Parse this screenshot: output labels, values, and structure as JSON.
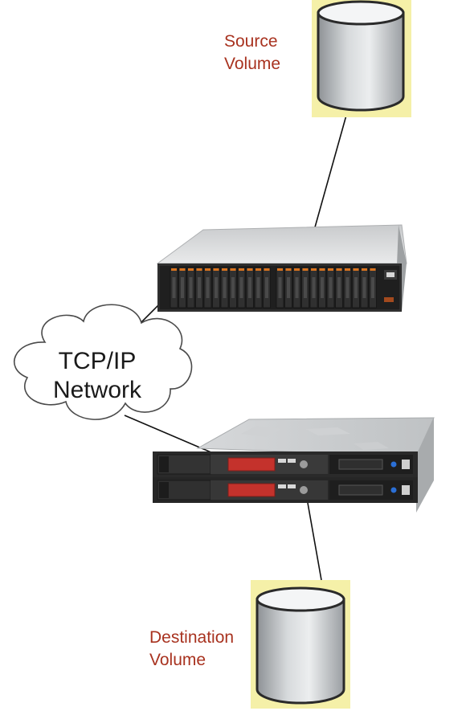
{
  "source_volume": {
    "label_line1": "Source",
    "label_line2": "Volume"
  },
  "network": {
    "label_line1": "TCP/IP",
    "label_line2": "Network"
  },
  "destination_volume": {
    "label_line1": "Destination",
    "label_line2": "Volume"
  },
  "colors": {
    "volume_highlight": "#f5f0a8",
    "label_text": "#a8321f",
    "connector": "#111111",
    "drive_accent": "#d9731f",
    "display_red": "#c4322c"
  },
  "icons": [
    "database-cylinder-icon",
    "storage-array-icon",
    "cloud-icon",
    "rack-server-icon"
  ]
}
